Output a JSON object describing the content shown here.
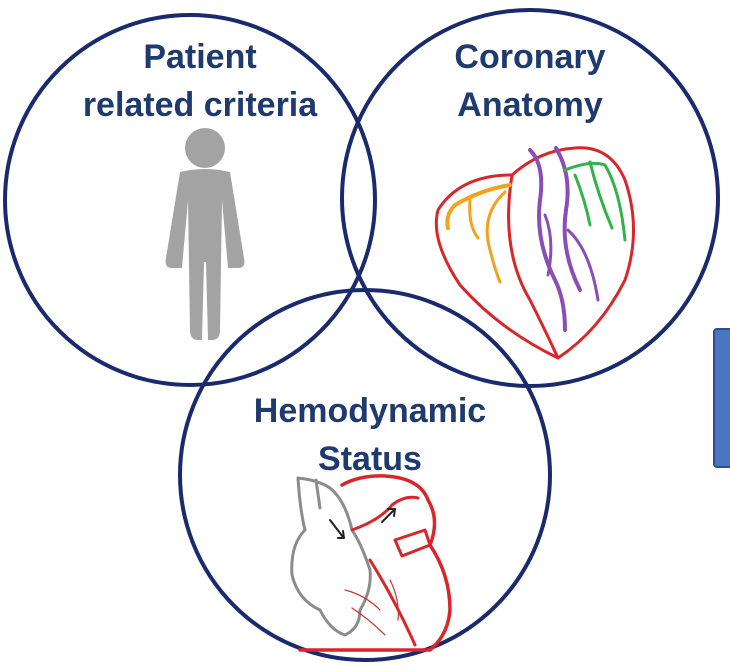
{
  "circles": [
    {
      "id": "patient",
      "label_lines": [
        "Patient",
        "related criteria"
      ]
    },
    {
      "id": "coronary",
      "label_lines": [
        "Coronary",
        "Anatomy"
      ]
    },
    {
      "id": "hemodynamic",
      "label_lines": [
        "Hemodynamic",
        "Status"
      ]
    }
  ],
  "colors": {
    "circle_stroke": "#1a2a6c",
    "label_text": "#1f3a6e",
    "person": "#a3a3a3",
    "heart_outline": "#d8262b",
    "artery_orange": "#f4a21a",
    "artery_purple": "#8a4fb5",
    "artery_green": "#2fb34a",
    "heart_gray": "#8c8c8c",
    "side_box": "#4a78c0"
  }
}
